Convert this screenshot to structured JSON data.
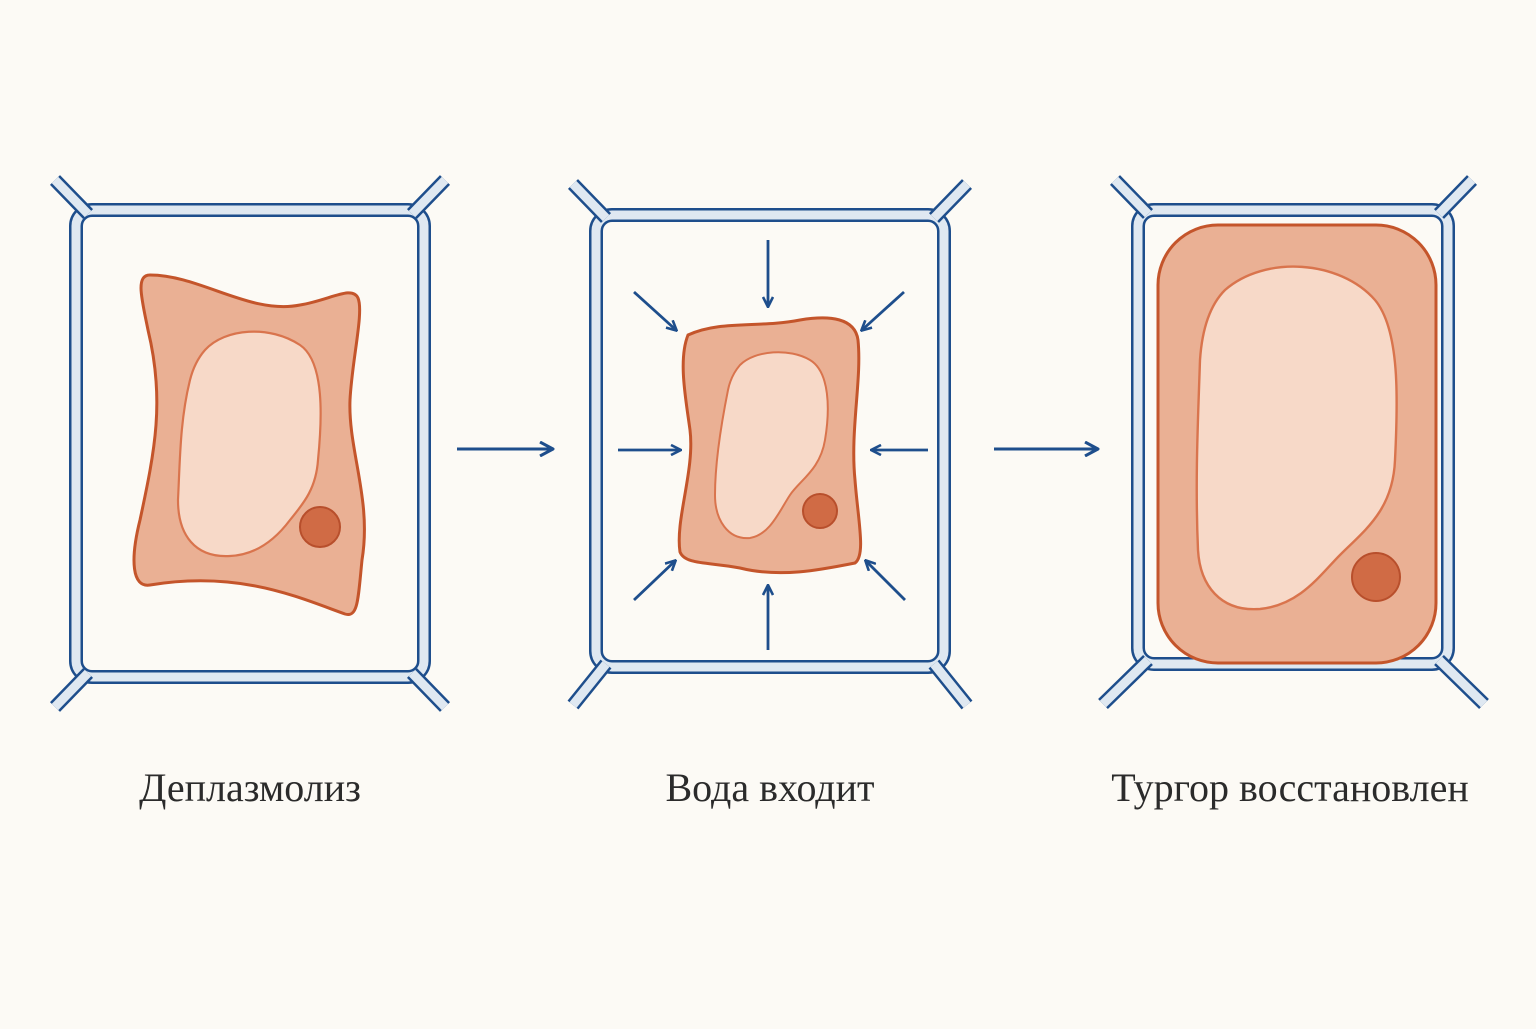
{
  "colors": {
    "background": "#fcfaf5",
    "cell_wall": "#1e4e8c",
    "cell_wall_fill": "#dfe8f1",
    "cytoplasm": "#eab094",
    "cytoplasm_outline": "#c4552b",
    "vacuole": "#f7d9c8",
    "vacuole_outline": "#d9744d",
    "nucleus": "#d06b45",
    "arrow": "#1e4e8c",
    "caption_text": "#2b2b2b"
  },
  "stages": [
    {
      "caption": "Деплазмолиз"
    },
    {
      "caption": "Вода входит"
    },
    {
      "caption": "Тургор восстановлен"
    }
  ]
}
